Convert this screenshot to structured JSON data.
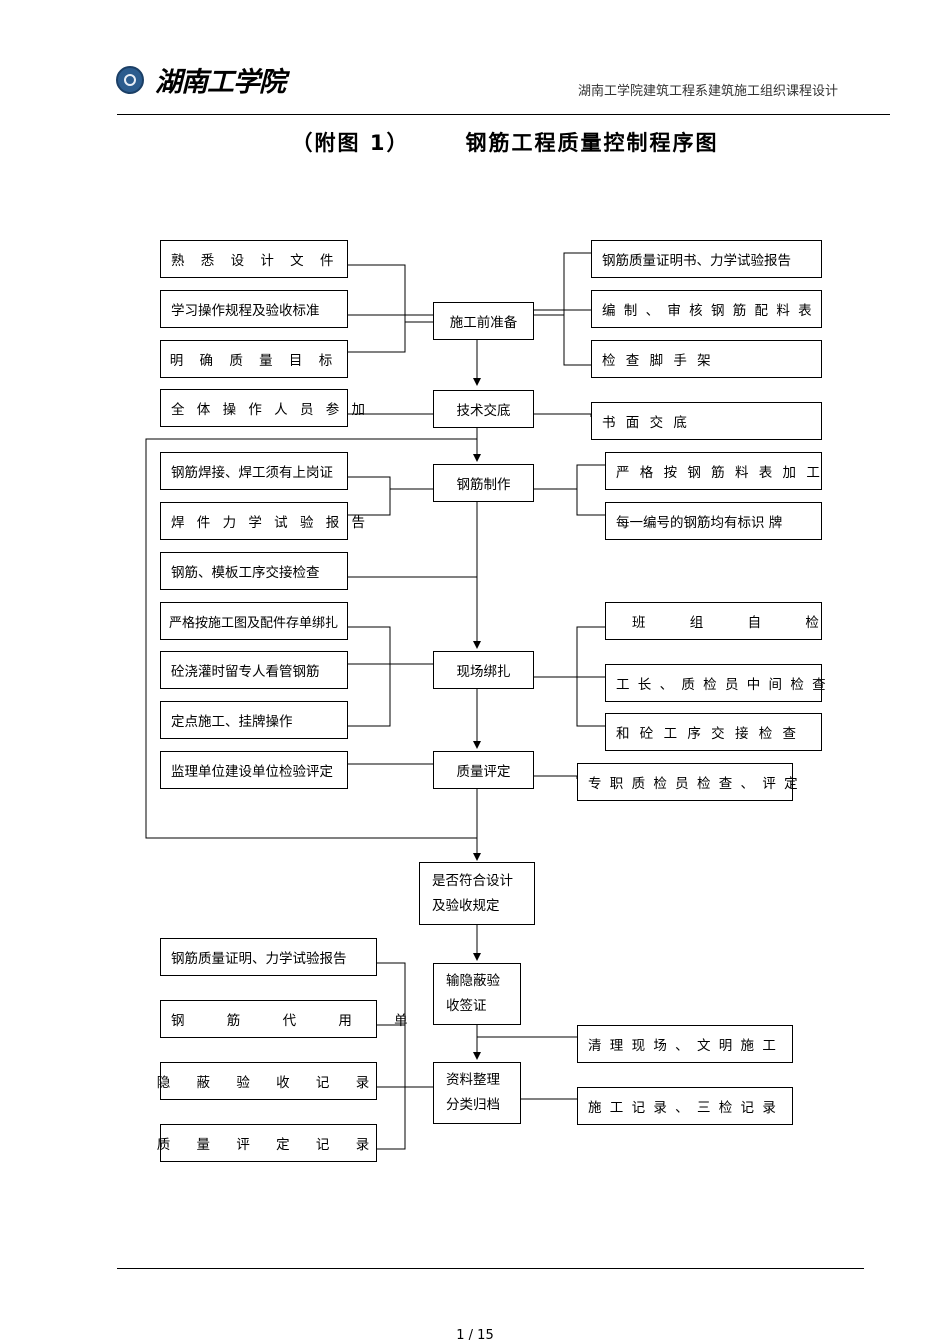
{
  "header": {
    "logo_text": "湖南工学院",
    "title": "湖南工学院建筑工程系建筑施工组织课程设计"
  },
  "doc_title": {
    "label": "（附图 1）",
    "title": "钢筋工程质量控制程序图"
  },
  "flow": {
    "main": {
      "prep": "施工前准备",
      "briefing": "技术交底",
      "fabrication": "钢筋制作",
      "binding": "现场绑扎",
      "quality": "质量评定",
      "compliance": "是否符合设计及验收规定",
      "concealed": "输隐蔽验收签证",
      "archive": "资料整理分类归档"
    },
    "left": {
      "familiar": "熟 悉 设 计 文 件",
      "learn": "学习操作规程及验收标准",
      "target": "明 确 质 量 目 标",
      "all_staff": "全 体 操 作 人 员 参 加",
      "welding_cert": "钢筋焊接、焊工须有上岗证",
      "weld_test": "焊 件 力 学 试 验 报 告",
      "handover": "钢筋、模板工序交接检查",
      "strict_drawing": "严格按施工图及配件存单绑扎",
      "guard": "砼浇灌时留专人看管钢筋",
      "fixed_point": "定点施工、挂牌操作",
      "supervision": "监理单位建设单位检验评定",
      "cert_report": "钢筋质量证明、力学试验报告",
      "substitute": "钢 筋 代 用 单",
      "concealed_record": "隐 蔽 验 收 记 录",
      "quality_record": "质 量 评 定 记 录"
    },
    "right": {
      "cert_book": "钢筋质量证明书、力学试验报告",
      "schedule": "编 制 、 审 核 钢 筋 配 料 表",
      "scaffold": "检 查 脚 手 架",
      "written": "书 面 交 底",
      "strict_schedule": "严 格 按 钢 筋 料 表 加 工",
      "marker": "每一编号的钢筋均有标识 牌",
      "self_check": "班 组 自 检",
      "mid_check": "工 长 、 质 检 员 中 间 检 查",
      "concrete_handover": "和 砼 工 序 交 接 检 查",
      "inspector": "专 职 质 检 员 检 查 、 评 定",
      "clean": "清 理 现 场 、 文 明 施 工",
      "records": "施 工 记 录 、 三 检 记 录"
    }
  },
  "footer": {
    "page": "1 / 15"
  }
}
